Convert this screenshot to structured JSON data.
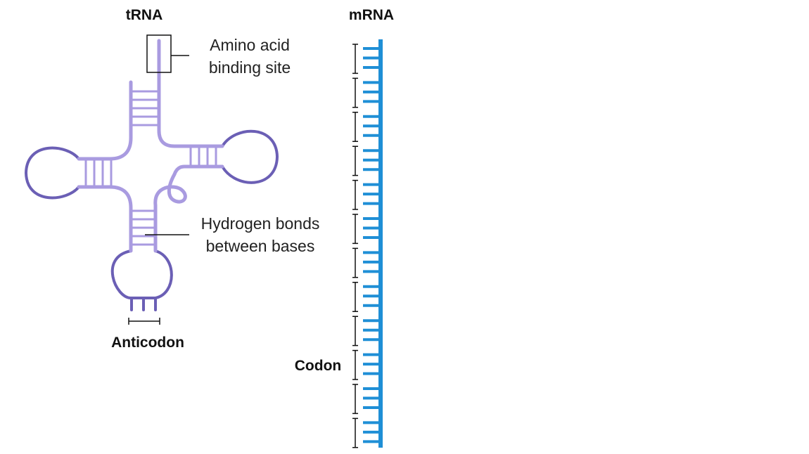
{
  "labels": {
    "trna": "tRNA",
    "mrna": "mRNA",
    "amino_acid_line1": "Amino acid",
    "amino_acid_line2": "binding site",
    "hydrogen_line1": "Hydrogen bonds",
    "hydrogen_line2": "between bases",
    "anticodon": "Anticodon",
    "codon": "Codon"
  },
  "colors": {
    "trna_light": "#a99be0",
    "trna_dark": "#6b5fb5",
    "mrna": "#1f8fd6",
    "annotation": "#111111"
  },
  "mrna": {
    "codon_count": 12,
    "bases_per_codon": 3
  },
  "trna": {
    "anticodon_bases": 3
  }
}
